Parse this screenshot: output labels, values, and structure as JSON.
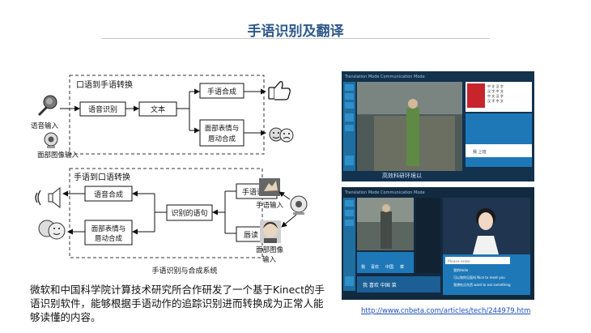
{
  "slide": {
    "title": "手语识别及翻译",
    "description": "微软和中国科学院计算技术研究所合作研发了一个基于Kinect的手语识别软件，能够根据手语动作的追踪识别进而转换成为正常人能够读懂的内容。",
    "link": "http://www.cnbeta.com/articles/tech/244979.htm"
  },
  "diagram": {
    "caption": "手语识别与合成系统",
    "top_section": {
      "title": "口语到手语转换",
      "inputs": [
        "语音输入",
        "面部图像输入"
      ],
      "boxes": [
        "语音识别",
        "文本",
        "手语合成",
        "面部表情与唇动合成"
      ]
    },
    "bottom_section": {
      "title": "手语到口语转换",
      "inputs": [
        "手语输入",
        "面部图像输入"
      ],
      "boxes": [
        "语音合成",
        "面部表情与唇动合成",
        "识别的语句",
        "手语识别",
        "唇读"
      ]
    }
  },
  "screenshots": {
    "top": {
      "header": "Translation Mode  Communication Mode",
      "subtitle": "高效科研环境以",
      "message": "我 上班"
    },
    "bottom": {
      "header": "Translation Mode  Communication Mode",
      "input_placeholder": "Please enter",
      "words": [
        "我",
        "喜欢",
        "中国",
        "菜"
      ],
      "sentence": "我 喜欢 中国 菜",
      "chat": [
        "我的Hello",
        "可以和你见面吗 Nice to meet you",
        "我想吃点东西 want to eat something"
      ]
    }
  }
}
